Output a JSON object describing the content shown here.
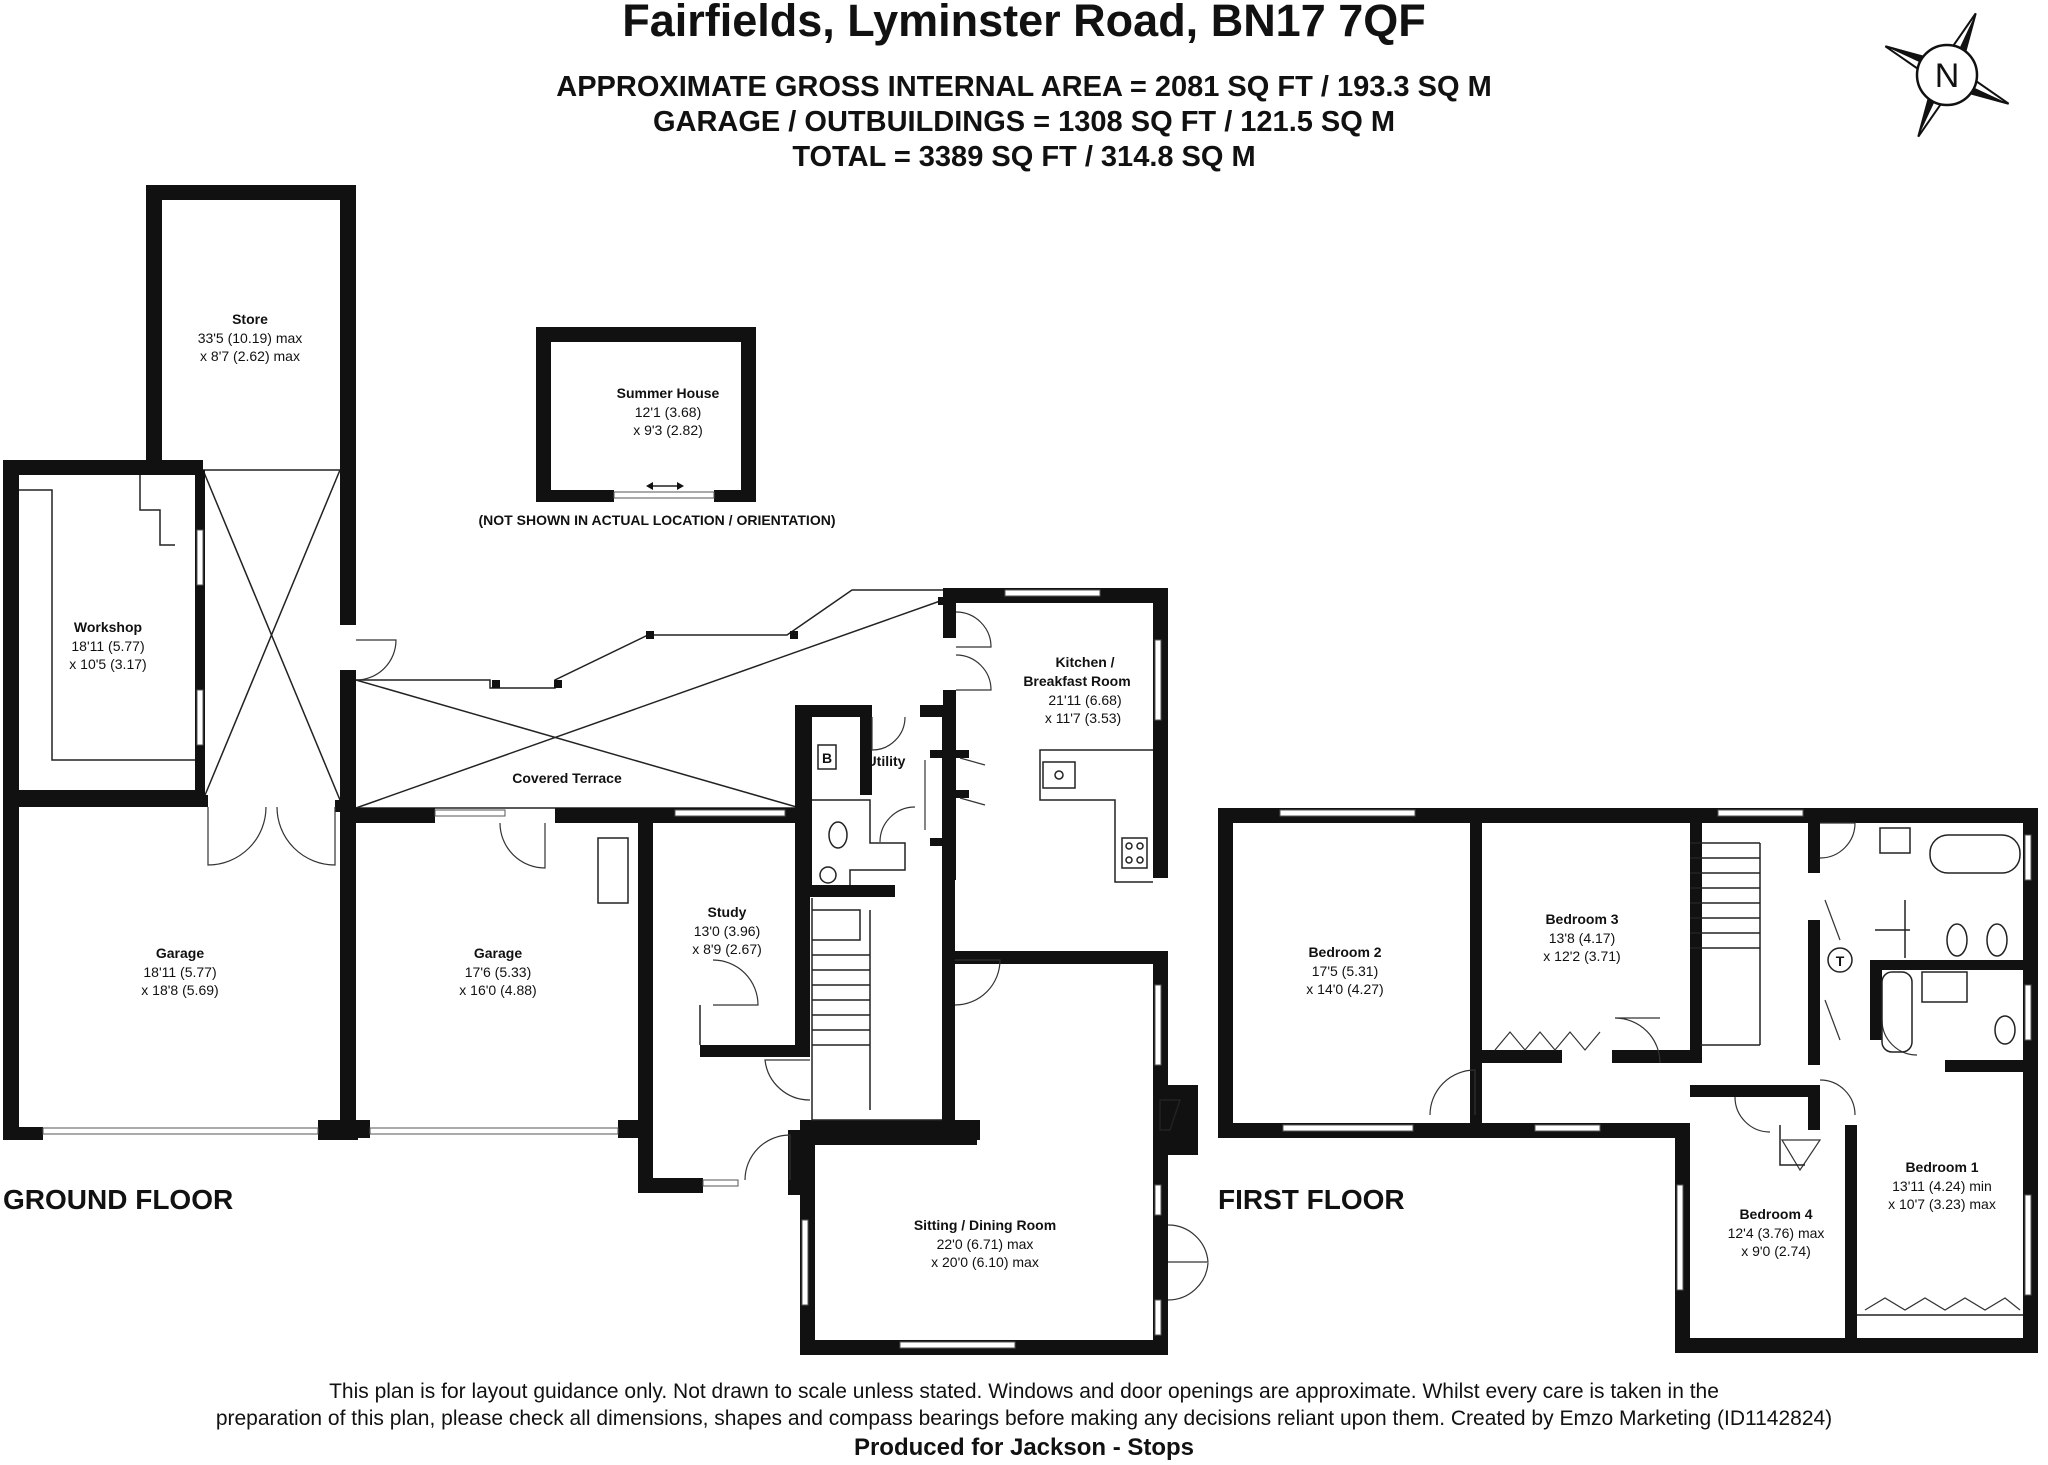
{
  "header": {
    "title": "Fairfields, Lyminster Road, BN17 7QF",
    "area_lines": [
      "APPROXIMATE GROSS INTERNAL AREA = 2081 SQ FT / 193.3 SQ M",
      "GARAGE / OUTBUILDINGS = 1308 SQ FT / 121.5 SQ M",
      "TOTAL = 3389 SQ FT / 314.8 SQ M"
    ]
  },
  "compass": {
    "label": "N",
    "icon": "compass-rose-icon"
  },
  "floors": {
    "ground": "GROUND FLOOR",
    "first": "FIRST FLOOR"
  },
  "summer_house_note": "(NOT SHOWN IN ACTUAL LOCATION / ORIENTATION)",
  "rooms": {
    "store": {
      "name": "Store",
      "dims": [
        "33'5 (10.19) max",
        "x 8'7 (2.62) max"
      ]
    },
    "summer_house": {
      "name": "Summer House",
      "dims": [
        "12'1 (3.68)",
        "x 9'3 (2.82)"
      ]
    },
    "workshop": {
      "name": "Workshop",
      "dims": [
        "18'11 (5.77)",
        "x 10'5 (3.17)"
      ]
    },
    "kitchen": {
      "name": [
        "Kitchen /",
        "Breakfast Room"
      ],
      "dims": [
        "21'11 (6.68)",
        "x 11'7 (3.53)"
      ]
    },
    "utility": {
      "name": "Utility",
      "dims": []
    },
    "boiler": {
      "name": "B",
      "dims": []
    },
    "covered_terrace": {
      "name": "Covered Terrace",
      "dims": []
    },
    "garage_left": {
      "name": "Garage",
      "dims": [
        "18'11 (5.77)",
        "x 18'8 (5.69)"
      ]
    },
    "garage_right": {
      "name": "Garage",
      "dims": [
        "17'6 (5.33)",
        "x 16'0 (4.88)"
      ]
    },
    "study": {
      "name": "Study",
      "dims": [
        "13'0 (3.96)",
        "x 8'9 (2.67)"
      ]
    },
    "sitting": {
      "name": "Sitting / Dining Room",
      "dims": [
        "22'0 (6.71) max",
        "x 20'0 (6.10) max"
      ]
    },
    "bedroom2": {
      "name": "Bedroom 2",
      "dims": [
        "17'5 (5.31)",
        "x 14'0 (4.27)"
      ]
    },
    "bedroom3": {
      "name": "Bedroom 3",
      "dims": [
        "13'8 (4.17)",
        "x 12'2 (3.71)"
      ]
    },
    "bedroom4": {
      "name": "Bedroom 4",
      "dims": [
        "12'4 (3.76) max",
        "x 9'0 (2.74)"
      ]
    },
    "bedroom1": {
      "name": "Bedroom 1",
      "dims": [
        "13'11 (4.24) min",
        "x 10'7 (3.23) max"
      ]
    },
    "tank": {
      "name": "T",
      "dims": []
    }
  },
  "footer": {
    "disclaimer": [
      "This plan is for layout guidance only. Not drawn to scale unless stated. Windows and door openings are approximate. Whilst every care is taken in the",
      "preparation of this plan, please check all dimensions, shapes and compass bearings before making any decisions reliant upon them. Created by Emzo Marketing (ID1142824)"
    ],
    "produced": "Produced for Jackson - Stops"
  }
}
